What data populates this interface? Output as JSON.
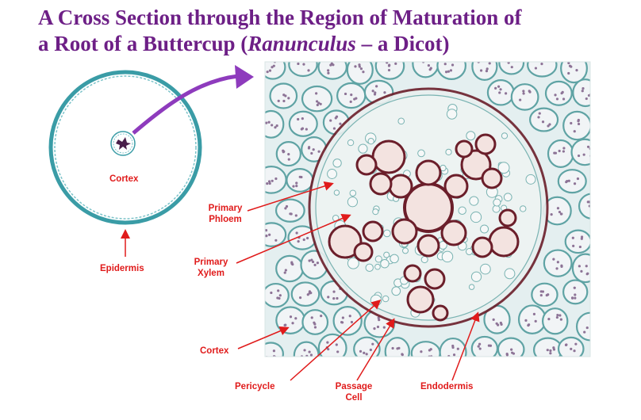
{
  "title": {
    "line1": "A Cross Section through the Region of Maturation of",
    "line2_prefix": "a Root of a Buttercup (",
    "line2_italic": "Ranunculus",
    "line2_suffix": " – a Dicot)"
  },
  "overview": {
    "cortex_label": "Cortex",
    "epidermis_label": "Epidermis"
  },
  "micrograph_labels": {
    "primary_phloem": [
      "Primary",
      "Phloem"
    ],
    "primary_xylem": [
      "Primary",
      "Xylem"
    ],
    "cortex": "Cortex",
    "pericycle": "Pericycle",
    "passage_cell": [
      "Passage",
      "Cell"
    ],
    "endodermis": "Endodermis"
  },
  "colors": {
    "title": "#6d1f86",
    "label": "#e01b1b",
    "arrow": "#8e3bbd",
    "cell_wall": "#5fa3a4",
    "xylem_wall": "#6b1e2a",
    "xylem_fill": "#f3e3e0"
  }
}
